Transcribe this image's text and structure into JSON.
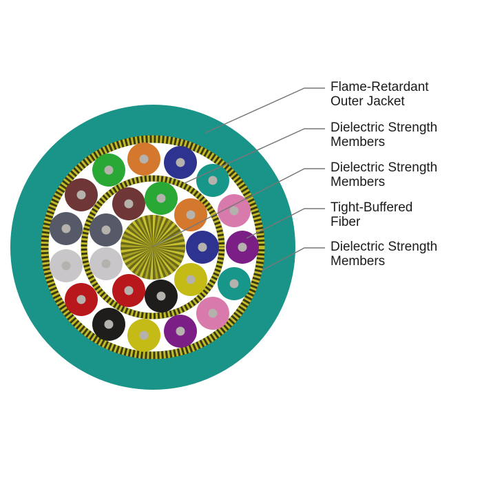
{
  "labels": [
    {
      "line1": "Flame-Retardant",
      "line2": "Outer Jacket"
    },
    {
      "line1": "Dielectric Strength",
      "line2": "Members"
    },
    {
      "line1": "Dielectric Strength",
      "line2": "Members"
    },
    {
      "line1": "Tight-Buffered",
      "line2": "Fiber"
    },
    {
      "line1": "Dielectric Strength",
      "line2": "Members"
    }
  ],
  "colors": {
    "jacket": "#1a9488",
    "strength_light": "#b8b020",
    "strength_dark": "#3a3a10",
    "leader": "#777777",
    "fiber_core": "#b5b2ae"
  },
  "outer_fibers": [
    "#2aa836",
    "#d4782e",
    "#2e3390",
    "#17968a",
    "#d87aab",
    "#7b1e86",
    "#17968a",
    "#d87aab",
    "#7b1e86",
    "#c4bb16",
    "#1e1d1b",
    "#b8171b",
    "#c8c6c9",
    "#565a68",
    "#6e3636"
  ],
  "inner_fibers": [
    "#6e3636",
    "#2aa836",
    "#d4782e",
    "#2e3390",
    "#c4bb16",
    "#1e1d1b",
    "#b8171b",
    "#c8c6c9",
    "#565a68"
  ]
}
